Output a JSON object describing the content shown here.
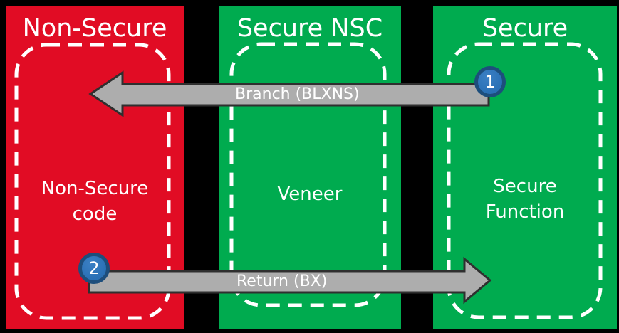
{
  "colors": {
    "background": "#000000",
    "non_secure_red": "#e10c24",
    "secure_green": "#00ab4f",
    "dashed_border": "#ffffff",
    "arrow_fill": "#adadad",
    "arrow_outline": "#2f2f2f",
    "step_fill": "#2a70b5",
    "step_ring": "#1d4e7c",
    "text": "#ffffff",
    "arrow_label_text": "#ffffff"
  },
  "columns": [
    {
      "title": "Non-Secure",
      "label_line1": "Non-Secure",
      "label_line2": "code"
    },
    {
      "title": "Secure NSC",
      "label_line1": "Veneer",
      "label_line2": ""
    },
    {
      "title": "Secure",
      "label_line1": "Secure",
      "label_line2": "Function"
    }
  ],
  "arrows": [
    {
      "step": "1",
      "label": "Branch (BLXNS)",
      "direction": "right-to-left"
    },
    {
      "step": "2",
      "label": "Return (BX)",
      "direction": "left-to-right"
    }
  ]
}
